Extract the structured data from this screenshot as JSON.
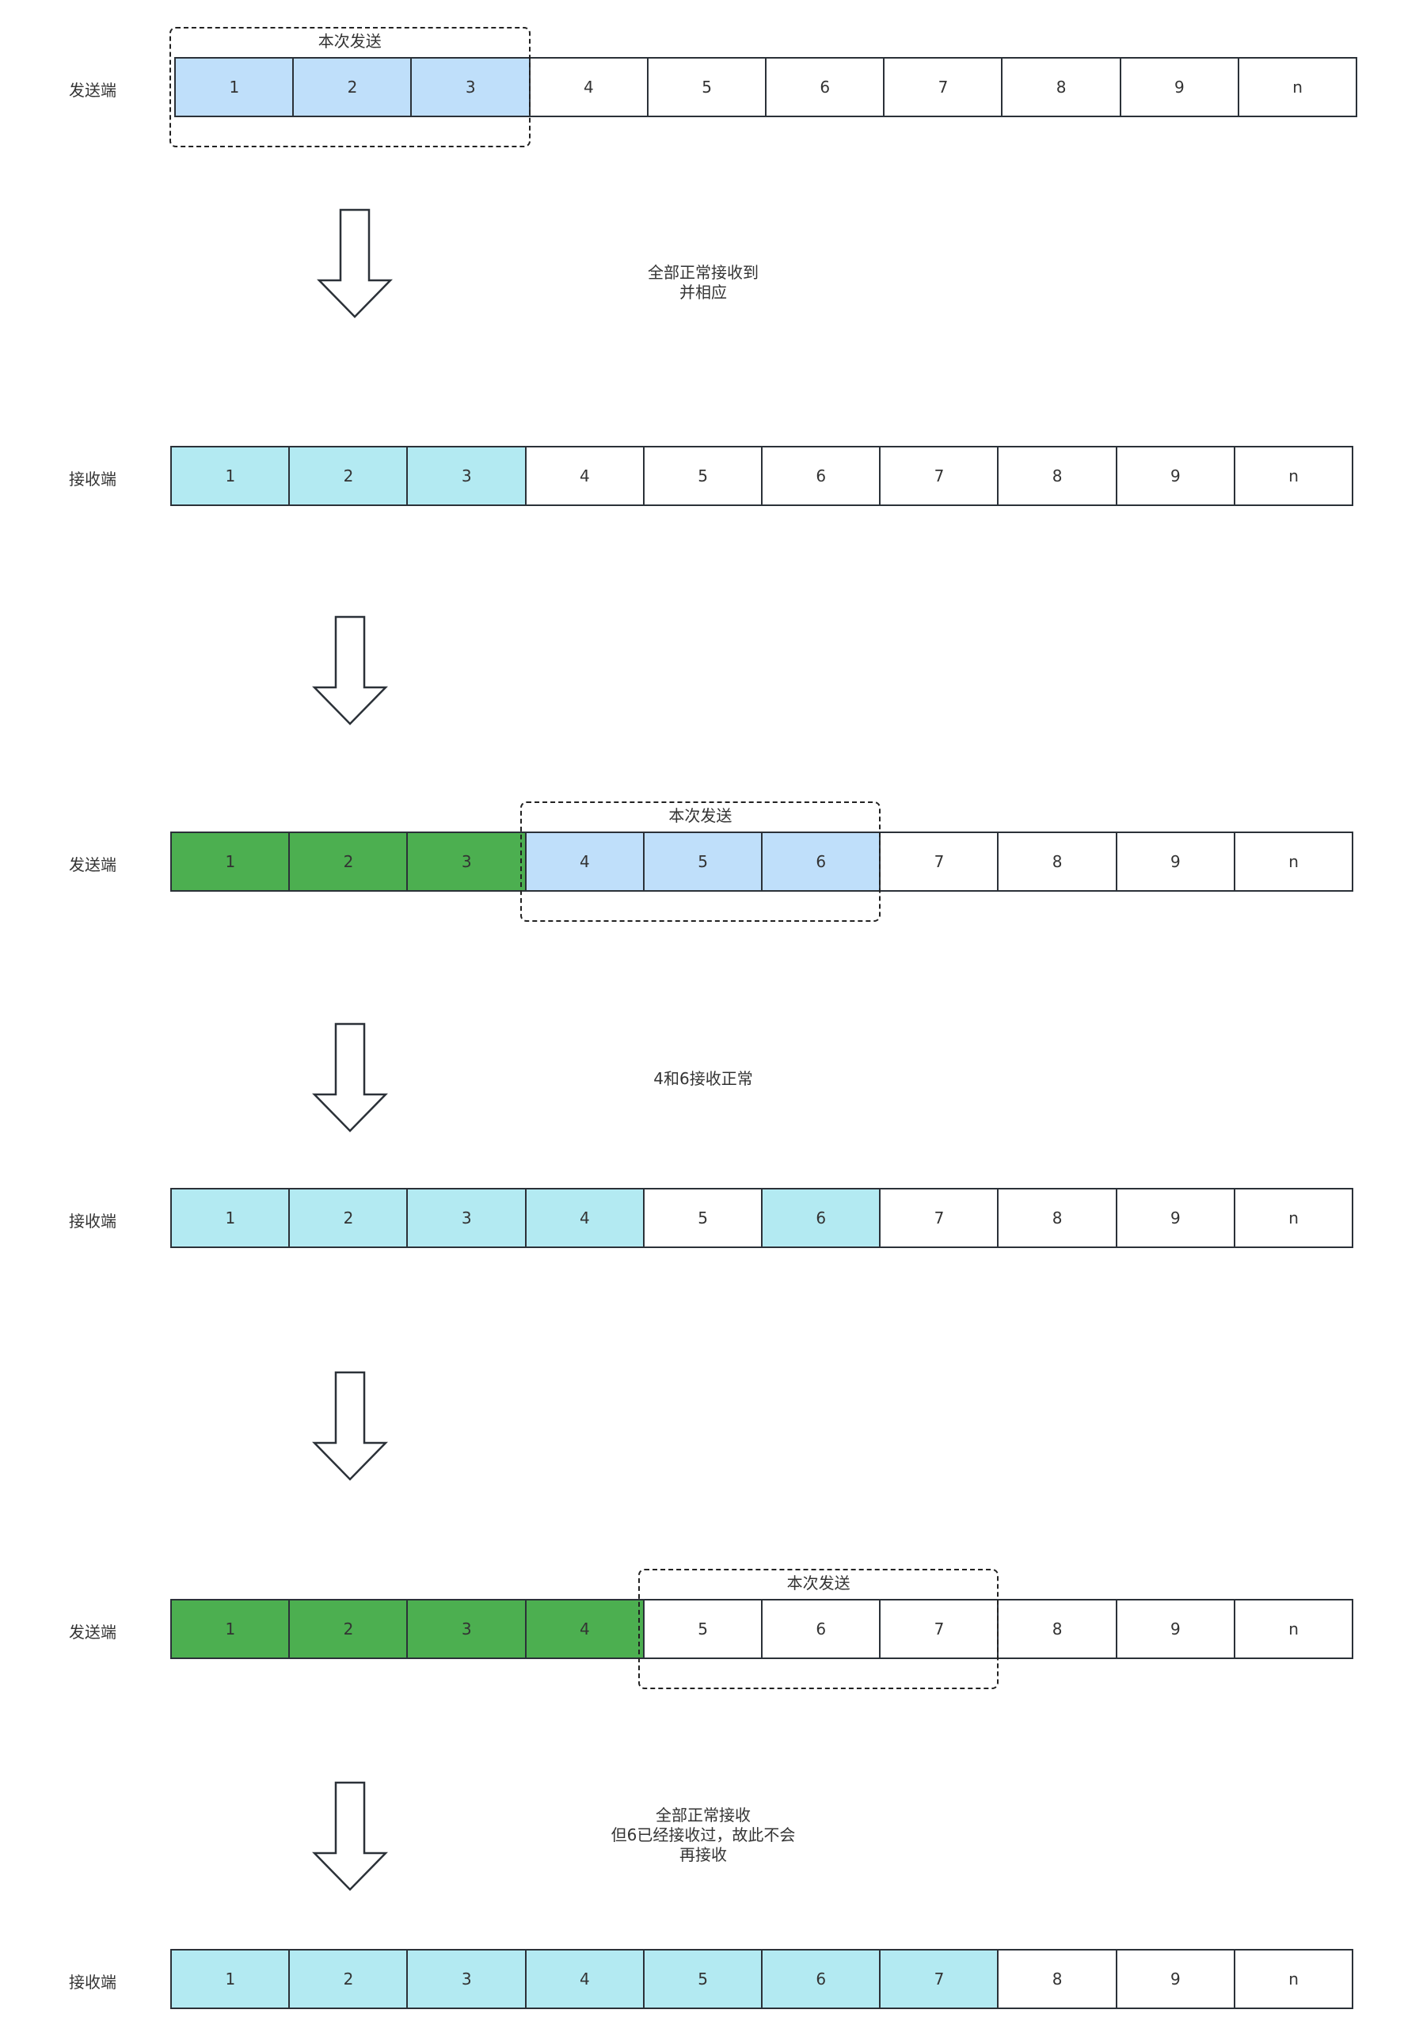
{
  "labels": {
    "sender": "发送端",
    "receiver": "接收端",
    "window": "本次发送"
  },
  "colors": {
    "sent": "#bfdffa",
    "received": "#b3eaf2",
    "acked": "#4caf50",
    "empty": "#ffffff"
  },
  "notes": [
    "全部正常接收到\n并相应",
    "4和6接收正常",
    "全部正常接收\n但6已经接收过，故此不会\n再接收"
  ],
  "rows": [
    {
      "role": "sender",
      "cells": [
        {
          "label": "1",
          "state": "sent"
        },
        {
          "label": "2",
          "state": "sent"
        },
        {
          "label": "3",
          "state": "sent"
        },
        {
          "label": "4",
          "state": "empty"
        },
        {
          "label": "5",
          "state": "empty"
        },
        {
          "label": "6",
          "state": "empty"
        },
        {
          "label": "7",
          "state": "empty"
        },
        {
          "label": "8",
          "state": "empty"
        },
        {
          "label": "9",
          "state": "empty"
        },
        {
          "label": "n",
          "state": "empty"
        }
      ],
      "window": [
        1,
        3
      ]
    },
    {
      "role": "receiver",
      "cells": [
        {
          "label": "1",
          "state": "received"
        },
        {
          "label": "2",
          "state": "received"
        },
        {
          "label": "3",
          "state": "received"
        },
        {
          "label": "4",
          "state": "empty"
        },
        {
          "label": "5",
          "state": "empty"
        },
        {
          "label": "6",
          "state": "empty"
        },
        {
          "label": "7",
          "state": "empty"
        },
        {
          "label": "8",
          "state": "empty"
        },
        {
          "label": "9",
          "state": "empty"
        },
        {
          "label": "n",
          "state": "empty"
        }
      ]
    },
    {
      "role": "sender",
      "cells": [
        {
          "label": "1",
          "state": "acked"
        },
        {
          "label": "2",
          "state": "acked"
        },
        {
          "label": "3",
          "state": "acked"
        },
        {
          "label": "4",
          "state": "sent"
        },
        {
          "label": "5",
          "state": "sent"
        },
        {
          "label": "6",
          "state": "sent"
        },
        {
          "label": "7",
          "state": "empty"
        },
        {
          "label": "8",
          "state": "empty"
        },
        {
          "label": "9",
          "state": "empty"
        },
        {
          "label": "n",
          "state": "empty"
        }
      ],
      "window": [
        4,
        6
      ]
    },
    {
      "role": "receiver",
      "cells": [
        {
          "label": "1",
          "state": "received"
        },
        {
          "label": "2",
          "state": "received"
        },
        {
          "label": "3",
          "state": "received"
        },
        {
          "label": "4",
          "state": "received"
        },
        {
          "label": "5",
          "state": "empty"
        },
        {
          "label": "6",
          "state": "received"
        },
        {
          "label": "7",
          "state": "empty"
        },
        {
          "label": "8",
          "state": "empty"
        },
        {
          "label": "9",
          "state": "empty"
        },
        {
          "label": "n",
          "state": "empty"
        }
      ]
    },
    {
      "role": "sender",
      "cells": [
        {
          "label": "1",
          "state": "acked"
        },
        {
          "label": "2",
          "state": "acked"
        },
        {
          "label": "3",
          "state": "acked"
        },
        {
          "label": "4",
          "state": "acked"
        },
        {
          "label": "5",
          "state": "empty"
        },
        {
          "label": "6",
          "state": "empty"
        },
        {
          "label": "7",
          "state": "empty"
        },
        {
          "label": "8",
          "state": "empty"
        },
        {
          "label": "9",
          "state": "empty"
        },
        {
          "label": "n",
          "state": "empty"
        }
      ],
      "window": [
        5,
        7
      ]
    },
    {
      "role": "receiver",
      "cells": [
        {
          "label": "1",
          "state": "received"
        },
        {
          "label": "2",
          "state": "received"
        },
        {
          "label": "3",
          "state": "received"
        },
        {
          "label": "4",
          "state": "received"
        },
        {
          "label": "5",
          "state": "received"
        },
        {
          "label": "6",
          "state": "received"
        },
        {
          "label": "7",
          "state": "received"
        },
        {
          "label": "8",
          "state": "empty"
        },
        {
          "label": "9",
          "state": "empty"
        },
        {
          "label": "n",
          "state": "empty"
        }
      ]
    }
  ]
}
